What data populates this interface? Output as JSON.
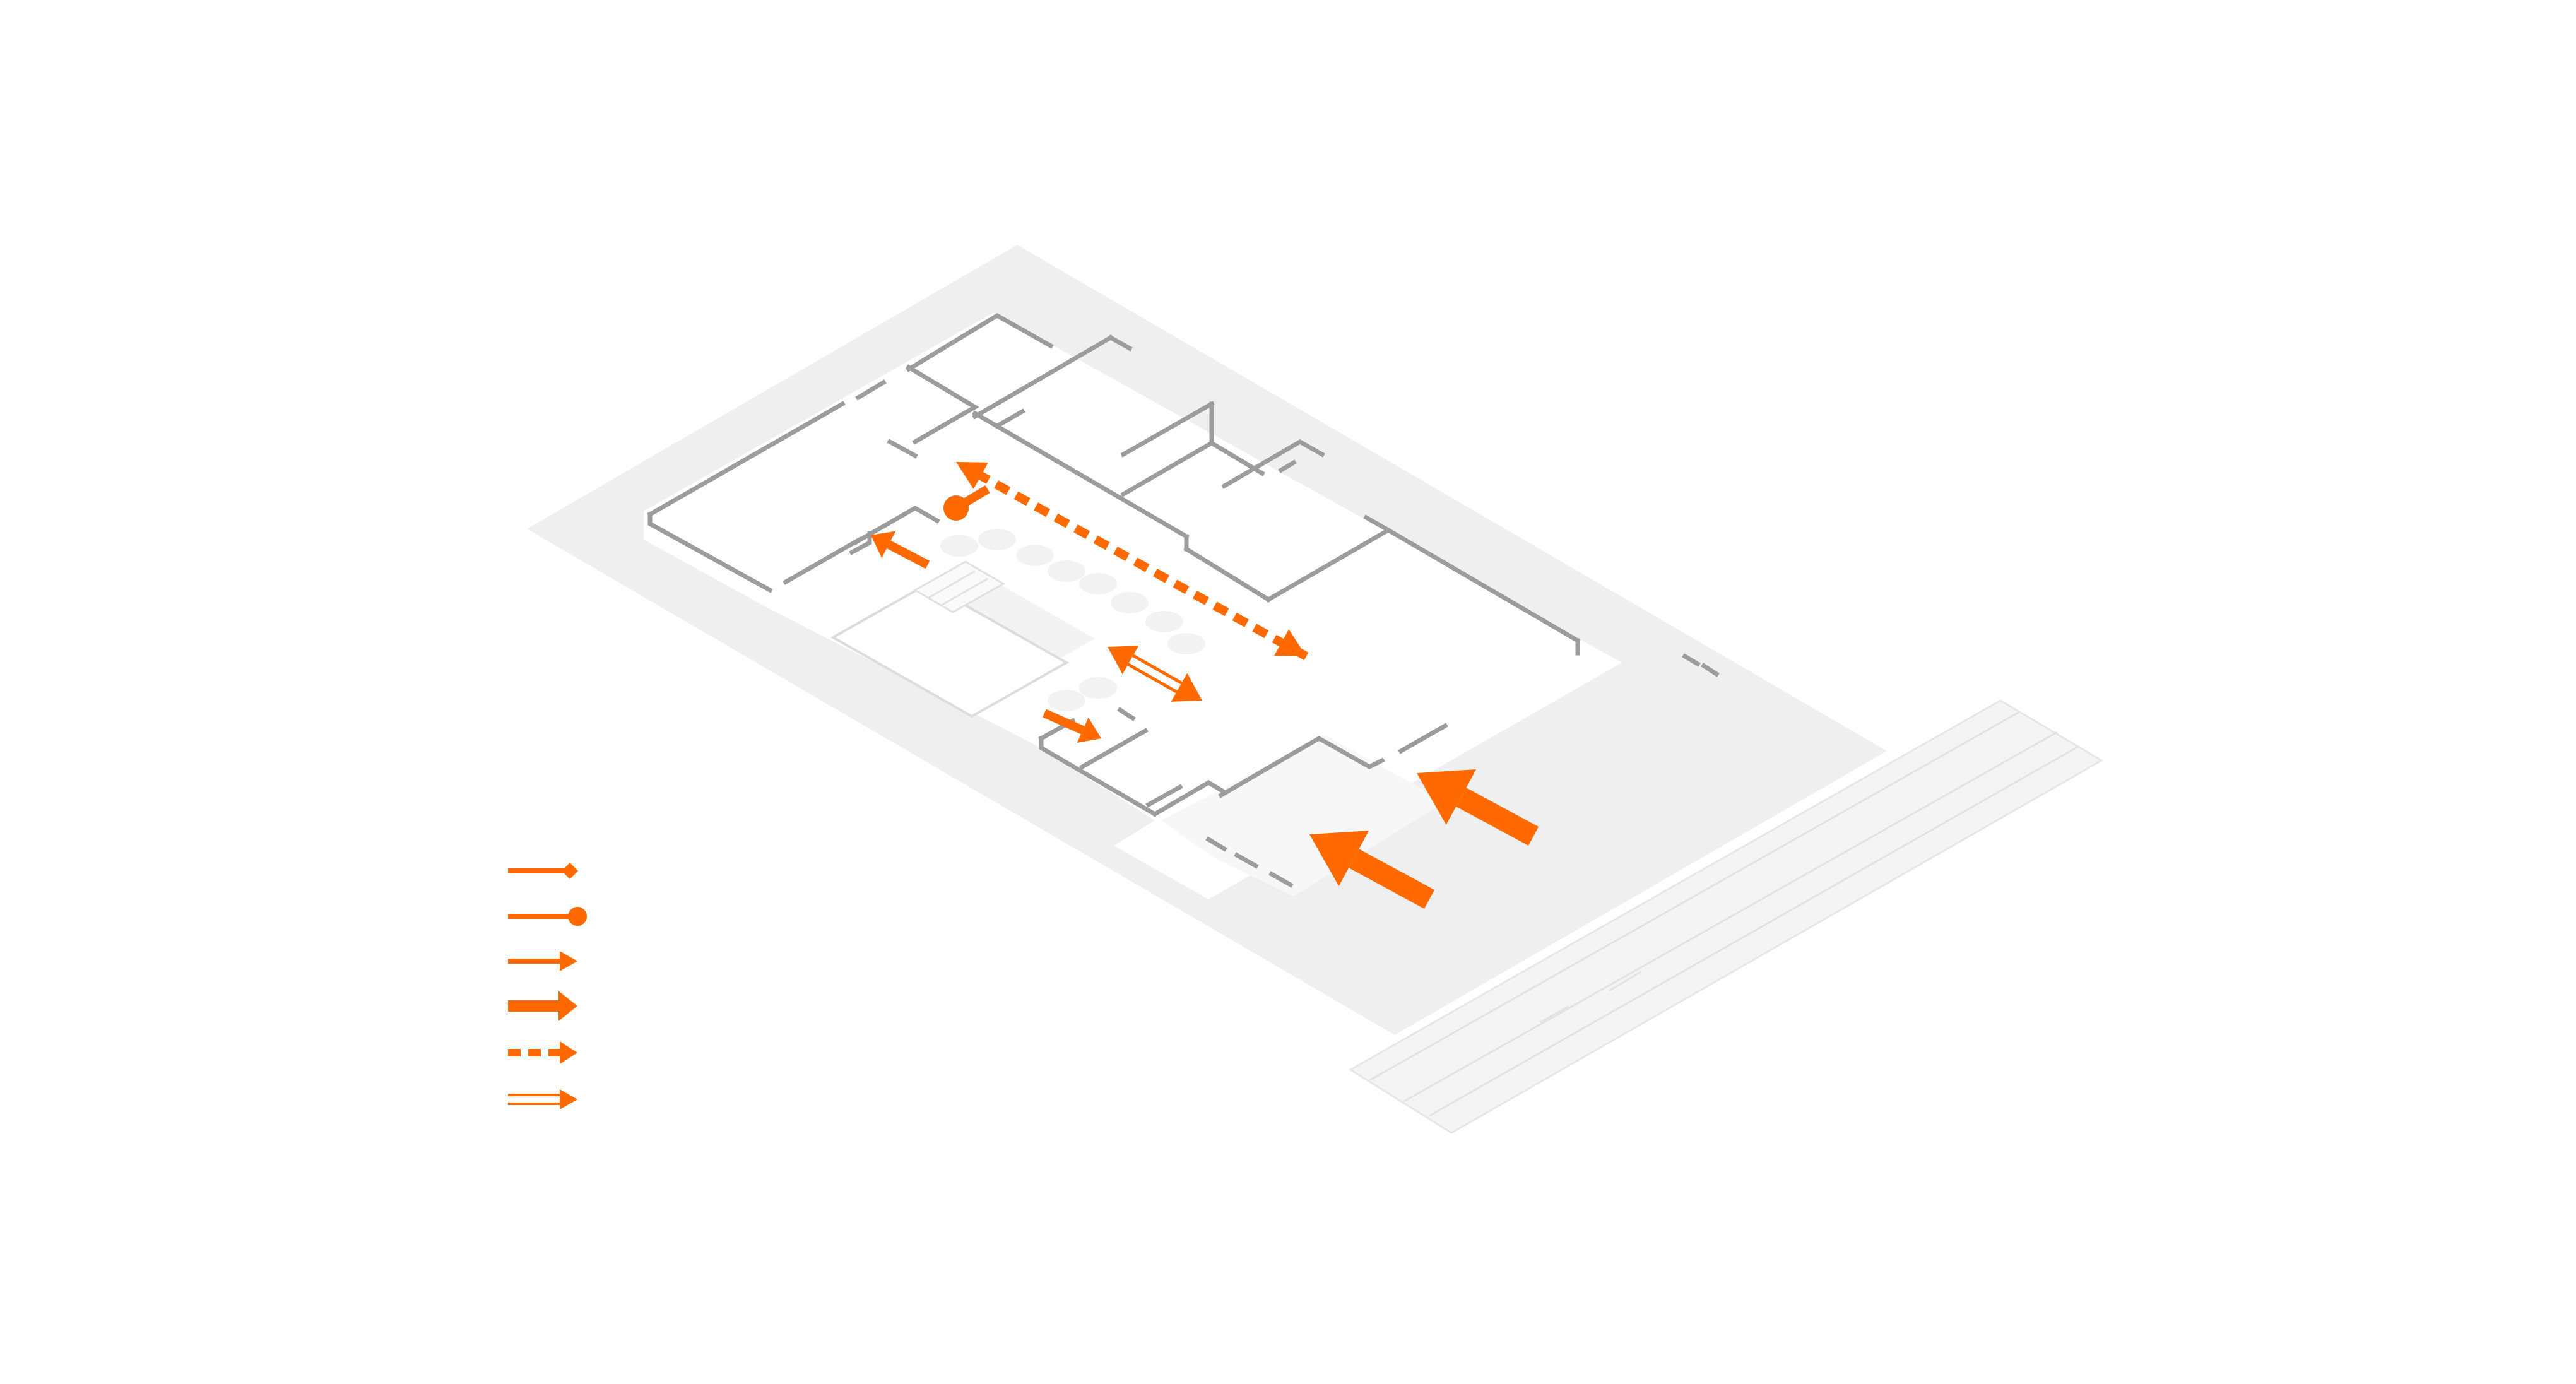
{
  "diagram": {
    "colors": {
      "accent": "#ff6a00",
      "ground": "#efefef",
      "floor": "#ffffff",
      "wall": "#9c9c9c",
      "road": "#f5f5f5",
      "stepping_stone": "#f2f2f2"
    },
    "legend": {
      "items": [
        {
          "icon": "arrow-diamond-head-icon",
          "label": ""
        },
        {
          "icon": "arrow-dot-head-icon",
          "label": ""
        },
        {
          "icon": "arrow-thin-icon",
          "label": ""
        },
        {
          "icon": "arrow-thick-icon",
          "label": ""
        },
        {
          "icon": "arrow-dashed-icon",
          "label": ""
        },
        {
          "icon": "arrow-double-line-icon",
          "label": ""
        }
      ]
    },
    "flows": [
      {
        "name": "flow-arrow-main-entrance-lower",
        "style": "thick"
      },
      {
        "name": "flow-arrow-main-entrance-upper",
        "style": "thick"
      },
      {
        "name": "flow-arrow-corridor-dashed",
        "style": "dashed"
      },
      {
        "name": "flow-arrow-double-courtyard",
        "style": "double-line"
      },
      {
        "name": "flow-arrow-dot-head",
        "style": "dot-head"
      },
      {
        "name": "flow-arrow-small-left",
        "style": "thin"
      },
      {
        "name": "flow-arrow-small-service",
        "style": "thin"
      }
    ]
  }
}
